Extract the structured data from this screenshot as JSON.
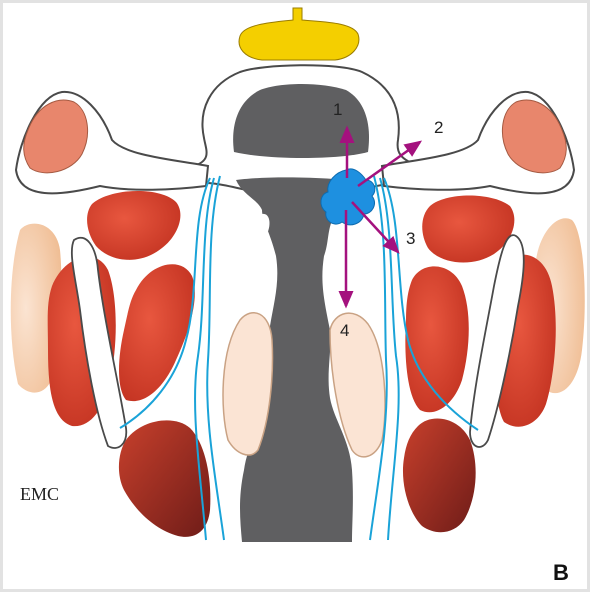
{
  "figure": {
    "panel_letter": "B",
    "logo_text": "EMC",
    "route_labels": [
      "1",
      "2",
      "3",
      "4"
    ]
  },
  "colors": {
    "bone_fill": "#ffffff",
    "bone_stroke": "#555555",
    "dark_tissue": "#5f5f61",
    "spinal_yellow": "#f4cf00",
    "fascia_blue": "#1aa3d8",
    "lesion_blue": "#1e90e0",
    "arrow_magenta": "#a4117e",
    "muscle_red": "#d8412e",
    "muscle_dark": "#a32a22",
    "muscle_light": "#f3c7a3",
    "pale_fill": "#fbe4d4",
    "salmon": "#e8866c"
  }
}
